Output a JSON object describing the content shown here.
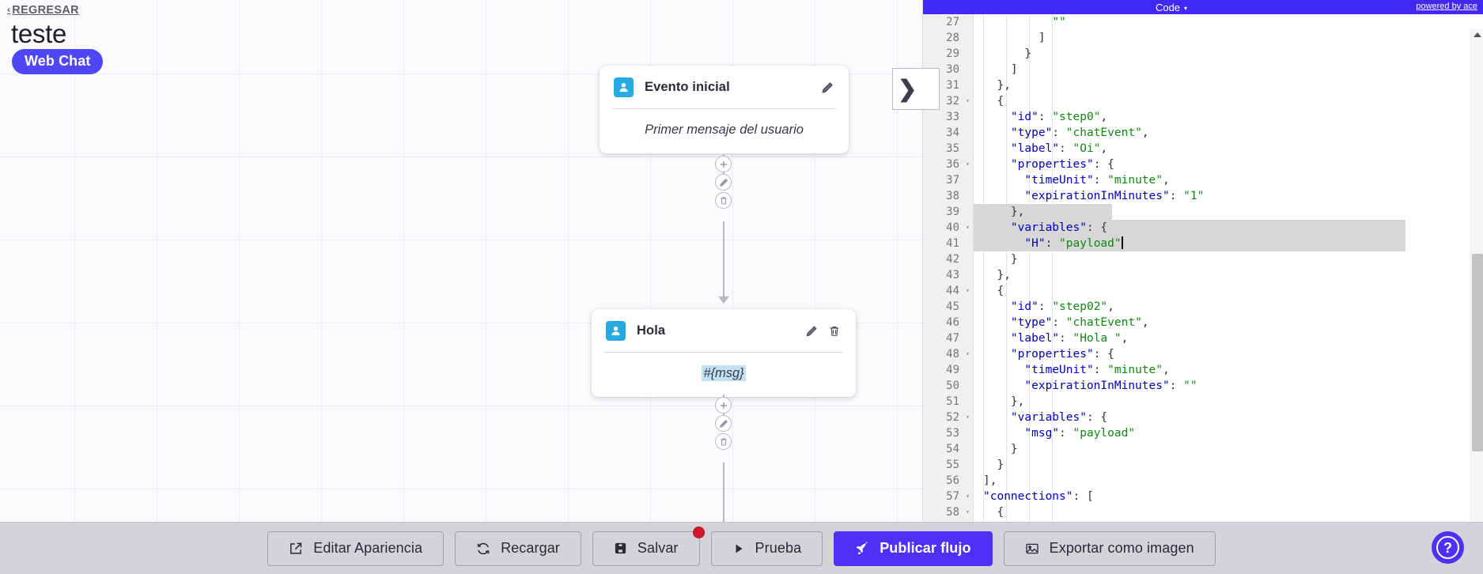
{
  "header": {
    "back_label": "REGRESAR",
    "back_chevron": "‹",
    "flow_title": "teste",
    "channel_badge": "Web Chat"
  },
  "nodes": [
    {
      "title": "Evento inicial",
      "body": "Primer mensaje del usuario",
      "avatar_icon": "user-icon",
      "edit_icon": "pencil-icon",
      "has_delete": false
    },
    {
      "title": "Hola",
      "body": "#{msg}",
      "avatar_icon": "user-icon",
      "edit_icon": "pencil-icon",
      "delete_icon": "trash-icon",
      "has_delete": true
    }
  ],
  "connector_buttons": {
    "add": "plus-icon",
    "edit": "pencil-icon",
    "delete": "trash-icon"
  },
  "code_panel": {
    "title": "Code",
    "caret": "▾",
    "powered_by": "powered by ace",
    "fold_glyph": "❯",
    "lines": [
      {
        "n": 27,
        "fold": false,
        "sel": false,
        "tokens": [
          {
            "t": "pun",
            "v": "          "
          },
          {
            "t": "str",
            "v": "\"\""
          }
        ]
      },
      {
        "n": 28,
        "fold": false,
        "sel": false,
        "tokens": [
          {
            "t": "pun",
            "v": "        ]"
          }
        ]
      },
      {
        "n": 29,
        "fold": false,
        "sel": false,
        "tokens": [
          {
            "t": "pun",
            "v": "      }"
          }
        ]
      },
      {
        "n": 30,
        "fold": false,
        "sel": false,
        "tokens": [
          {
            "t": "pun",
            "v": "    ]"
          }
        ]
      },
      {
        "n": 31,
        "fold": false,
        "sel": false,
        "tokens": [
          {
            "t": "pun",
            "v": "  },"
          }
        ]
      },
      {
        "n": 32,
        "fold": true,
        "sel": false,
        "tokens": [
          {
            "t": "pun",
            "v": "  {"
          }
        ]
      },
      {
        "n": 33,
        "fold": false,
        "sel": false,
        "tokens": [
          {
            "t": "key",
            "v": "    \"id\""
          },
          {
            "t": "pun",
            "v": ": "
          },
          {
            "t": "str",
            "v": "\"step0\""
          },
          {
            "t": "pun",
            "v": ","
          }
        ]
      },
      {
        "n": 34,
        "fold": false,
        "sel": false,
        "tokens": [
          {
            "t": "key",
            "v": "    \"type\""
          },
          {
            "t": "pun",
            "v": ": "
          },
          {
            "t": "str",
            "v": "\"chatEvent\""
          },
          {
            "t": "pun",
            "v": ","
          }
        ]
      },
      {
        "n": 35,
        "fold": false,
        "sel": false,
        "tokens": [
          {
            "t": "key",
            "v": "    \"label\""
          },
          {
            "t": "pun",
            "v": ": "
          },
          {
            "t": "str",
            "v": "\"Oi\""
          },
          {
            "t": "pun",
            "v": ","
          }
        ]
      },
      {
        "n": 36,
        "fold": true,
        "sel": false,
        "tokens": [
          {
            "t": "key",
            "v": "    \"properties\""
          },
          {
            "t": "pun",
            "v": ": {"
          }
        ]
      },
      {
        "n": 37,
        "fold": false,
        "sel": false,
        "tokens": [
          {
            "t": "key",
            "v": "      \"timeUnit\""
          },
          {
            "t": "pun",
            "v": ": "
          },
          {
            "t": "str",
            "v": "\"minute\""
          },
          {
            "t": "pun",
            "v": ","
          }
        ]
      },
      {
        "n": 38,
        "fold": false,
        "sel": false,
        "tokens": [
          {
            "t": "key",
            "v": "      \"expirationInMinutes\""
          },
          {
            "t": "pun",
            "v": ": "
          },
          {
            "t": "str",
            "v": "\"1\""
          }
        ]
      },
      {
        "n": 39,
        "fold": false,
        "sel": true,
        "selw": "short",
        "tokens": [
          {
            "t": "pun",
            "v": "    },"
          }
        ]
      },
      {
        "n": 40,
        "fold": true,
        "sel": true,
        "selw": "wide",
        "tokens": [
          {
            "t": "key",
            "v": "    \"variables\""
          },
          {
            "t": "pun",
            "v": ": {"
          }
        ]
      },
      {
        "n": 41,
        "fold": false,
        "sel": true,
        "selw": "wide",
        "caret": true,
        "tokens": [
          {
            "t": "key",
            "v": "      \"H\""
          },
          {
            "t": "pun",
            "v": ": "
          },
          {
            "t": "str",
            "v": "\"payload\""
          }
        ]
      },
      {
        "n": 42,
        "fold": false,
        "sel": false,
        "tokens": [
          {
            "t": "pun",
            "v": "    }"
          }
        ]
      },
      {
        "n": 43,
        "fold": false,
        "sel": false,
        "tokens": [
          {
            "t": "pun",
            "v": "  },"
          }
        ]
      },
      {
        "n": 44,
        "fold": true,
        "sel": false,
        "tokens": [
          {
            "t": "pun",
            "v": "  {"
          }
        ]
      },
      {
        "n": 45,
        "fold": false,
        "sel": false,
        "tokens": [
          {
            "t": "key",
            "v": "    \"id\""
          },
          {
            "t": "pun",
            "v": ": "
          },
          {
            "t": "str",
            "v": "\"step02\""
          },
          {
            "t": "pun",
            "v": ","
          }
        ]
      },
      {
        "n": 46,
        "fold": false,
        "sel": false,
        "tokens": [
          {
            "t": "key",
            "v": "    \"type\""
          },
          {
            "t": "pun",
            "v": ": "
          },
          {
            "t": "str",
            "v": "\"chatEvent\""
          },
          {
            "t": "pun",
            "v": ","
          }
        ]
      },
      {
        "n": 47,
        "fold": false,
        "sel": false,
        "tokens": [
          {
            "t": "key",
            "v": "    \"label\""
          },
          {
            "t": "pun",
            "v": ": "
          },
          {
            "t": "str",
            "v": "\"Hola \""
          },
          {
            "t": "pun",
            "v": ","
          }
        ]
      },
      {
        "n": 48,
        "fold": true,
        "sel": false,
        "tokens": [
          {
            "t": "key",
            "v": "    \"properties\""
          },
          {
            "t": "pun",
            "v": ": {"
          }
        ]
      },
      {
        "n": 49,
        "fold": false,
        "sel": false,
        "tokens": [
          {
            "t": "key",
            "v": "      \"timeUnit\""
          },
          {
            "t": "pun",
            "v": ": "
          },
          {
            "t": "str",
            "v": "\"minute\""
          },
          {
            "t": "pun",
            "v": ","
          }
        ]
      },
      {
        "n": 50,
        "fold": false,
        "sel": false,
        "tokens": [
          {
            "t": "key",
            "v": "      \"expirationInMinutes\""
          },
          {
            "t": "pun",
            "v": ": "
          },
          {
            "t": "str",
            "v": "\"\""
          }
        ]
      },
      {
        "n": 51,
        "fold": false,
        "sel": false,
        "tokens": [
          {
            "t": "pun",
            "v": "    },"
          }
        ]
      },
      {
        "n": 52,
        "fold": true,
        "sel": false,
        "tokens": [
          {
            "t": "key",
            "v": "    \"variables\""
          },
          {
            "t": "pun",
            "v": ": {"
          }
        ]
      },
      {
        "n": 53,
        "fold": false,
        "sel": false,
        "tokens": [
          {
            "t": "key",
            "v": "      \"msg\""
          },
          {
            "t": "pun",
            "v": ": "
          },
          {
            "t": "str",
            "v": "\"payload\""
          }
        ]
      },
      {
        "n": 54,
        "fold": false,
        "sel": false,
        "tokens": [
          {
            "t": "pun",
            "v": "    }"
          }
        ]
      },
      {
        "n": 55,
        "fold": false,
        "sel": false,
        "tokens": [
          {
            "t": "pun",
            "v": "  }"
          }
        ]
      },
      {
        "n": 56,
        "fold": false,
        "sel": false,
        "tokens": [
          {
            "t": "pun",
            "v": "],"
          }
        ]
      },
      {
        "n": 57,
        "fold": true,
        "sel": false,
        "tokens": [
          {
            "t": "key",
            "v": "\"connections\""
          },
          {
            "t": "pun",
            "v": ": ["
          }
        ]
      },
      {
        "n": 58,
        "fold": true,
        "sel": false,
        "tokens": [
          {
            "t": "pun",
            "v": "  {"
          }
        ]
      }
    ]
  },
  "toolbar": {
    "buttons": [
      {
        "label": "Editar Apariencia",
        "icon": "edit-square-icon",
        "primary": false,
        "badge": false
      },
      {
        "label": "Recargar",
        "icon": "refresh-icon",
        "primary": false,
        "badge": false
      },
      {
        "label": "Salvar",
        "icon": "save-disk-icon",
        "primary": false,
        "badge": true
      },
      {
        "label": "Prueba",
        "icon": "play-icon",
        "primary": false,
        "badge": false
      },
      {
        "label": "Publicar flujo",
        "icon": "rocket-icon",
        "primary": true,
        "badge": false
      },
      {
        "label": "Exportar como imagen",
        "icon": "image-icon",
        "primary": false,
        "badge": false
      }
    ],
    "help_label": "?"
  },
  "colors": {
    "accent": "#4f31f5",
    "badge_red": "#d0182b",
    "node_avatar": "#27aae1",
    "highlight": "#bfe3f2",
    "code_header": "#4128f4"
  }
}
